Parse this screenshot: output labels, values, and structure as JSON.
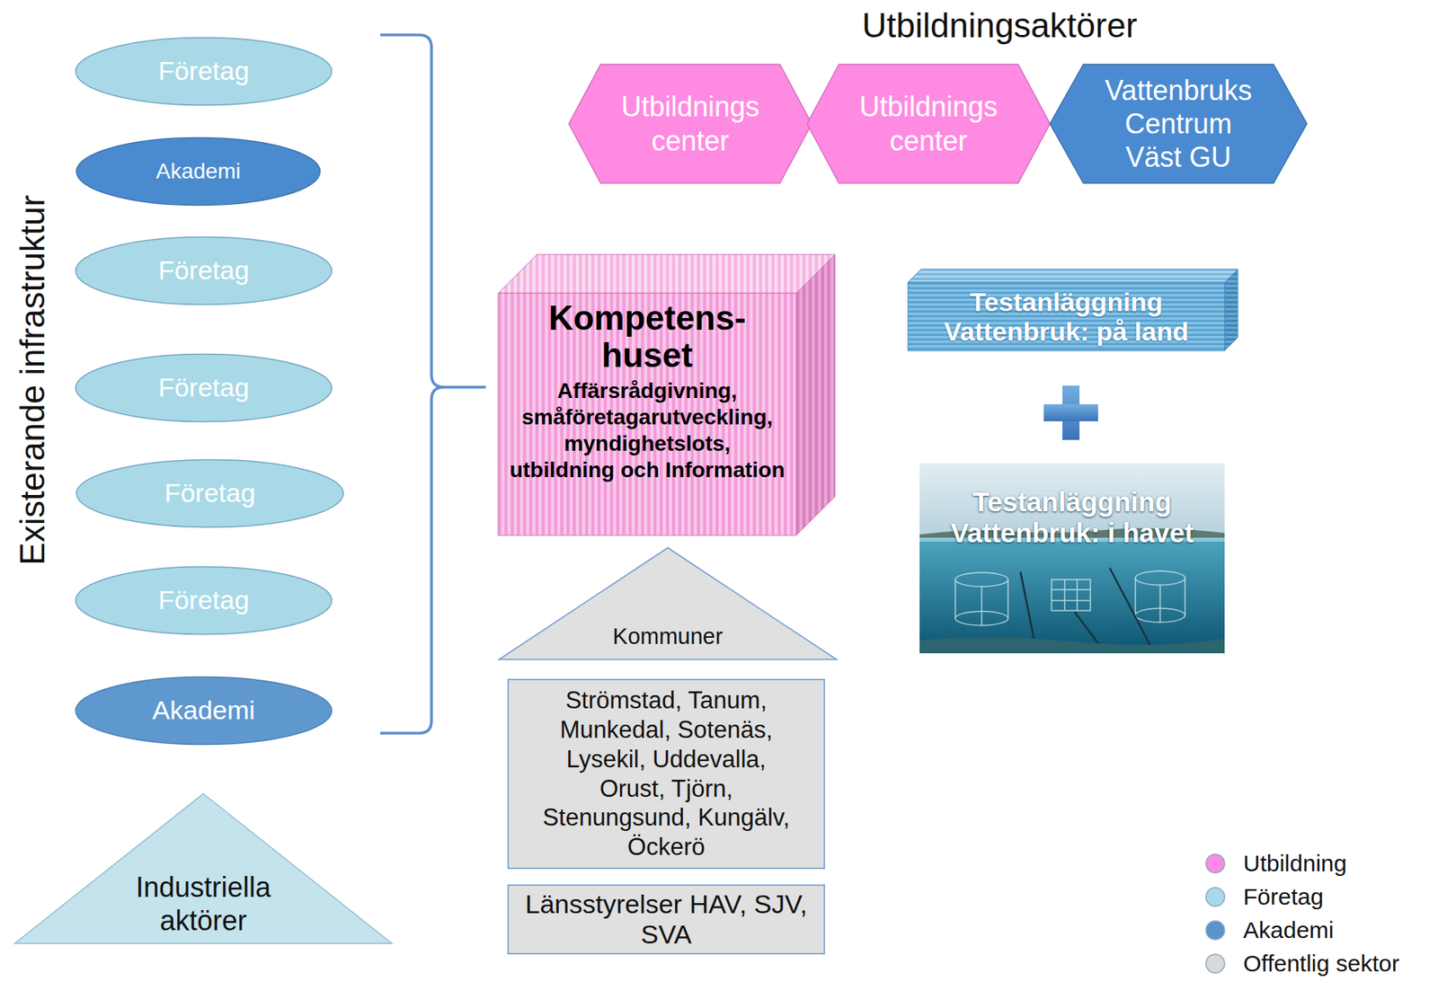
{
  "diagram": {
    "nodes": [
      {
        "text": [
          "Företag"
        ]
      },
      {
        "text": [
          "Akademi"
        ]
      },
      {
        "text": [
          "Företag"
        ]
      },
      {
        "text": [
          "Företag"
        ]
      },
      {
        "text": [
          "Företag"
        ]
      },
      {
        "text": [
          "Företag"
        ]
      },
      {
        "text": [
          "Akademi"
        ]
      },
      {
        "text": [
          "Utbildnings center"
        ]
      },
      {
        "text": [
          "Utbildnings center"
        ]
      },
      {
        "text": [
          "Vattenbruks Centrum Väst GU"
        ]
      },
      {
        "text": [
          "Kompetens- huset",
          "Affärsrådgivning, småföretagarutveckling, myndighetslots, utbildning och Information"
        ]
      },
      {
        "text": [
          "Testanläggning Vattenbruk: på land"
        ]
      },
      {
        "text": [
          "Testanläggning Vattenbruk: i havet"
        ]
      },
      {
        "text": [
          "Kommuner"
        ]
      },
      {
        "text": [
          "Strömstad, Tanum, Munkedal, Sotenäs, Lysekil, Uddevalla, Orust, Tjörn, Stenungsund, Kungälv, Öckerö"
        ]
      },
      {
        "text": [
          "Länsstyrelser HAV, SJV, SVA"
        ]
      },
      {
        "text": [
          "Industriella aktörer"
        ]
      }
    ],
    "labels": [
      "Existerande infrastruktur",
      "Utbildningsaktörer"
    ],
    "legend": [
      {
        "text": "Utbildning",
        "color": "#ff8ae2"
      },
      {
        "text": "Företag",
        "color": "#a9d9e7"
      },
      {
        "text": "Akademi",
        "color": "#5b93cc"
      },
      {
        "text": "Offentlig sektor",
        "color": "#d9d9d9"
      }
    ]
  }
}
